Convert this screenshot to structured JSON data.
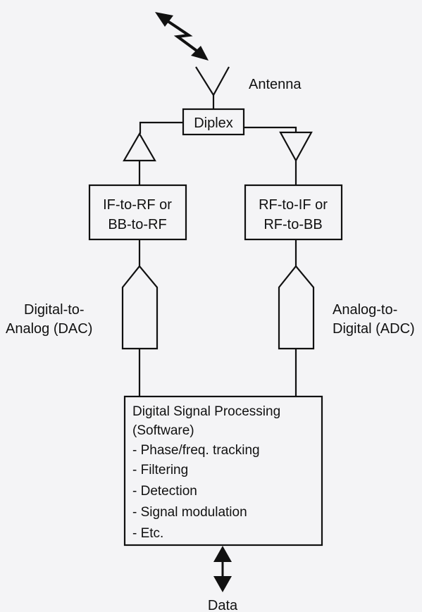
{
  "antenna_label": "Antenna",
  "diplex_label": "Diplex",
  "tx_converter": {
    "line1": "IF-to-RF or",
    "line2": "BB-to-RF"
  },
  "rx_converter": {
    "line1": "RF-to-IF or",
    "line2": "RF-to-BB"
  },
  "dac_label": {
    "line1": "Digital-to-",
    "line2": "Analog (DAC)"
  },
  "adc_label": {
    "line1": "Analog-to-",
    "line2": "Digital (ADC)"
  },
  "dsp": {
    "title": "Digital Signal Processing",
    "subtitle": "(Software)",
    "items": [
      "-  Phase/freq. tracking",
      "-  Filtering",
      "-  Detection",
      "-  Signal modulation",
      "-  Etc."
    ]
  },
  "data_label": "Data",
  "colors": {
    "line": "#111111",
    "background": "#f4f4f6"
  }
}
